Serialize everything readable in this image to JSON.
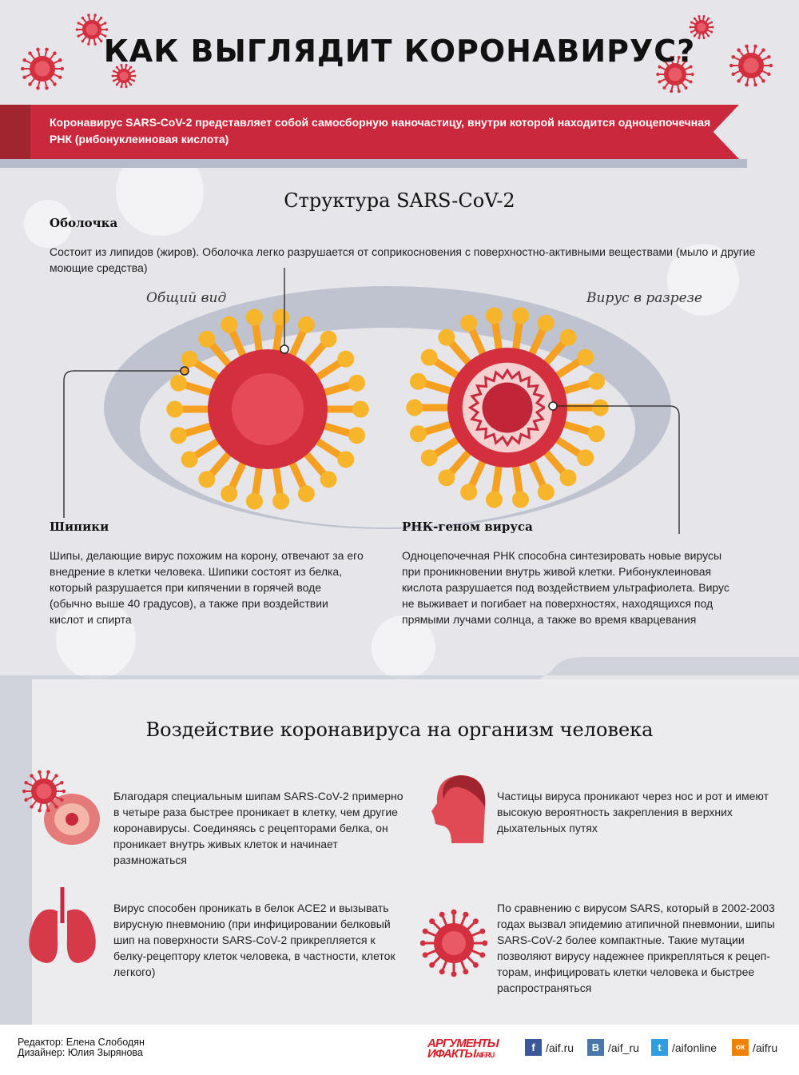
{
  "title": "КАК ВЫГЛЯДИТ КОРОНАВИРУС?",
  "banner": "Коронавирус SARS-CoV-2 представляет собой самосборную наночастицу, внутри которой находится одноцепочечная РНК (рибонуклеиновая кислота)",
  "structure": {
    "title": "Структура SARS-CoV-2",
    "envelope": {
      "heading": "Оболочка",
      "text": "Состоит из липидов (жиров). Оболочка легко разрушается от соприкосновения с поверхностно-активными веществами (мыло и другие моющие средства)"
    },
    "view_general": "Общий вид",
    "view_section": "Вирус в разрезе",
    "spikes": {
      "heading": "Шипики",
      "text": "Шипы, делающие вирус похожим на корону, отвечают за его внедрение в клетки человека. Шипики состоят из белка, который разрушается при кипячении в горячей воде (обычно выше 40 градусов), а также при воздействии кислот и спирта"
    },
    "rna": {
      "heading": "РНК-геном вируса",
      "text": "Одноцепочечная РНК способна синтезировать новые вирусы при проникновении внутрь живой клетки. Рибонуклеиновая кислота разрушается под воздействием ультрафиолета. Вирус не выживает и погибает на поверхностях, находящихся под прямыми лучами солнца, а также во время кварцевания"
    }
  },
  "impact": {
    "title": "Воздействие коронавируса на организм человека",
    "items": [
      {
        "icon": "cell-virus-icon",
        "text": "Благодаря специальным шипам SARS-CoV-2 примерно в четыре раза быстрее проникает в клетку, чем другие коронавирусы. Соединяясь с рецепторами белка, он проникает внутрь живых клеток и начинает размножаться"
      },
      {
        "icon": "head-profile-icon",
        "text": "Частицы вируса проникают через нос и рот и имеют высокую вероятность закрепления в верхних дыхательных путях"
      },
      {
        "icon": "lungs-icon",
        "text": "Вирус способен проникать в белок ACE2 и вызывать вирусную пневмонию (при инфицировании белковый шип на поверхности SARS-CoV-2 прикрепляется к белку-рецептору клеток человека, в частности, клеток легкого)"
      },
      {
        "icon": "virus-icon",
        "text": "По сравнению с вирусом SARS, который в 2002-2003 годах вызвал эпидемию атипичной пневмонии, шипы SARS-CoV-2 более компактные. Такие мутации позволяют вирусу надежнее прикрепляться к рецеп-торам, инфицировать клетки человека и быстрее распространяться"
      }
    ]
  },
  "footer": {
    "editor": "Редактор: Елена Слободян",
    "designer": "Дизайнер: Юлия Зырянова",
    "logo": "АРГУМЕНТЫ И ФАКТЫ AIF.RU",
    "logo_line1": "АРГУМЕНТЫ",
    "logo_line2": "ИФАКТЫ",
    "logo_site": "AIF.RU",
    "social": [
      {
        "icon": "facebook-icon",
        "glyph": "f",
        "color": "#3b5998",
        "label": "/aif.ru"
      },
      {
        "icon": "vk-icon",
        "glyph": "В",
        "color": "#4a76a8",
        "label": "/aif_ru"
      },
      {
        "icon": "twitter-icon",
        "glyph": "t",
        "color": "#2f9ee0",
        "label": "/aifonline"
      },
      {
        "icon": "odnoklassniki-icon",
        "glyph": "ок",
        "color": "#ee8208",
        "label": "/aifru"
      }
    ]
  },
  "colors": {
    "red": "#c9283d",
    "dark_red": "#a1252f",
    "orange": "#f5a020",
    "gray": "#b4bbca"
  }
}
